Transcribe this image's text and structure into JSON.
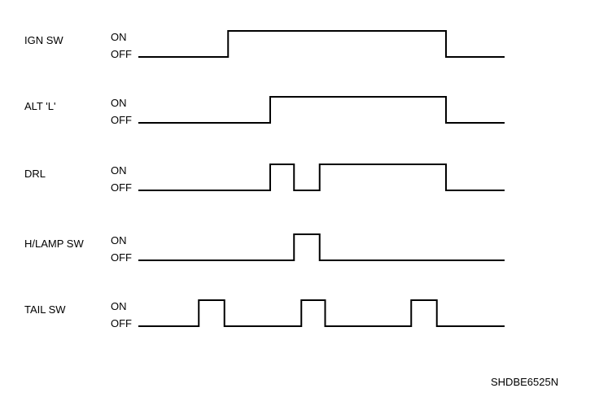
{
  "diagram": {
    "state_on": "ON",
    "state_off": "OFF",
    "figure_code": "SHDBE6525N",
    "signals": [
      {
        "label": "IGN SW",
        "segments": [
          [
            0,
            0
          ],
          [
            0.245,
            1
          ],
          [
            0.84,
            0
          ],
          [
            1,
            0
          ]
        ]
      },
      {
        "label": "ALT 'L'",
        "segments": [
          [
            0,
            0
          ],
          [
            0.36,
            1
          ],
          [
            0.84,
            0
          ],
          [
            1,
            0
          ]
        ]
      },
      {
        "label": "DRL",
        "segments": [
          [
            0,
            0
          ],
          [
            0.36,
            1
          ],
          [
            0.425,
            0
          ],
          [
            0.495,
            1
          ],
          [
            0.84,
            0
          ],
          [
            1,
            0
          ]
        ]
      },
      {
        "label": "H/LAMP SW",
        "segments": [
          [
            0,
            0
          ],
          [
            0.425,
            1
          ],
          [
            0.495,
            0
          ],
          [
            1,
            0
          ]
        ]
      },
      {
        "label": "TAIL SW",
        "segments": [
          [
            0,
            0
          ],
          [
            0.165,
            1
          ],
          [
            0.235,
            0
          ],
          [
            0.445,
            1
          ],
          [
            0.51,
            0
          ],
          [
            0.745,
            1
          ],
          [
            0.815,
            0
          ],
          [
            1,
            0
          ]
        ]
      }
    ]
  }
}
